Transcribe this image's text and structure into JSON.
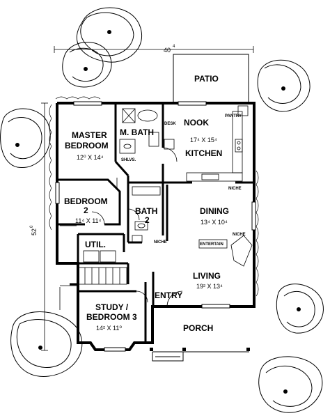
{
  "dimensions": {
    "width": "40",
    "width_sup": "4",
    "depth": "52",
    "depth_sup": "0"
  },
  "rooms": [
    {
      "name": "PATIO"
    },
    {
      "name": "NOOK",
      "dims": "17⁴ X 15⁴"
    },
    {
      "name": "KITCHEN"
    },
    {
      "name": "MASTER",
      "name2": "BEDROOM",
      "dims": "12⁰ X 14⁴"
    },
    {
      "name": "M. BATH"
    },
    {
      "name": "BEDROOM",
      "name2": "2",
      "dims": "11⁴ X 11⁴"
    },
    {
      "name": "BATH",
      "name2": "2"
    },
    {
      "name": "DINING",
      "dims": "13⁴ X 10⁴"
    },
    {
      "name": "UTIL."
    },
    {
      "name": "LIVING",
      "dims": "19² X 13⁴"
    },
    {
      "name": "ENTRY"
    },
    {
      "name": "STUDY /",
      "name2": "BEDROOM 3",
      "dims": "14² X 11⁰"
    },
    {
      "name": "PORCH"
    }
  ],
  "small_labels": {
    "desk": "DESK",
    "pantry": "PANTRY",
    "shelves": "SHLVS.",
    "niche1": "NICHE",
    "niche2": "NICHE",
    "niche3": "NICHE",
    "entertain": "ENTERTAIN"
  }
}
